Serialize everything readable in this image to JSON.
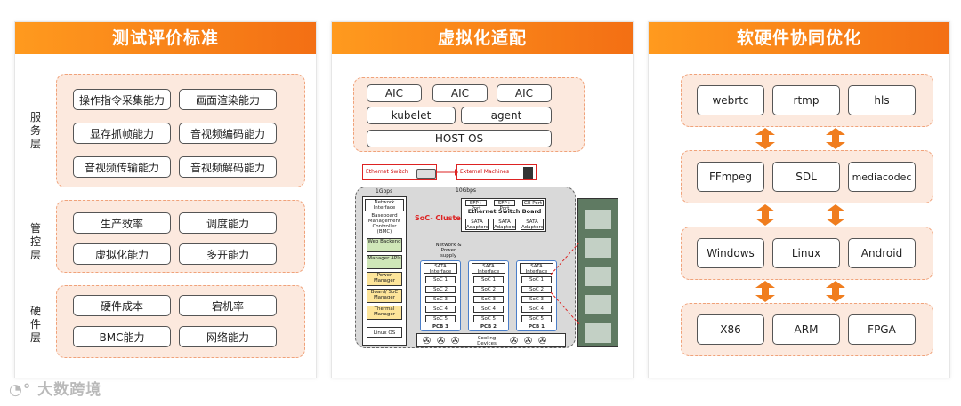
{
  "panels": {
    "left": {
      "title": "测试评价标准",
      "groups": [
        {
          "label": "服务层",
          "items": [
            "操作指令采集能力",
            "画面渲染能力",
            "显存抓帧能力",
            "音视频编码能力",
            "音视频传输能力",
            "音视频解码能力"
          ]
        },
        {
          "label": "管控层",
          "items": [
            "生产效率",
            "调度能力",
            "虚拟化能力",
            "多开能力"
          ]
        },
        {
          "label": "硬件层",
          "items": [
            "硬件成本",
            "宕机率",
            "BMC能力",
            "网络能力"
          ]
        }
      ]
    },
    "middle": {
      "title": "虚拟化适配",
      "host": {
        "aic": [
          "AIC",
          "AIC",
          "AIC"
        ],
        "kubelet": "kubelet",
        "agent": "agent",
        "host_os": "HOST OS"
      },
      "cluster": {
        "ethernet_switch": "Ethernet Switch",
        "external_machines": "External Machines",
        "speed_1g": "1Gbps",
        "speed_10g": "10Gbps",
        "network_interface": "Network Interface",
        "bmc": "Baseboard Management Controller (BMC)",
        "soc_cluster": "SoC- Cluster",
        "sfp_port": "SFP+ Port",
        "ge_port": "GE Port",
        "switch_board": "Ethernet Switch Board",
        "sata_adaptors": "SATA Adaptors",
        "network_power": "Network & Power supply",
        "bmc_modules": [
          "Web Backend",
          "Manager APIs",
          "Power Manager",
          "Board/ SoC Manager",
          "Thermal Manager"
        ],
        "linux_os": "Linux OS",
        "sata_interface": "SATA Interface",
        "socs": [
          "SoC 1",
          "SoC 2",
          "SoC 3",
          "SoC 4",
          "SoC 5"
        ],
        "pcbs": [
          "PCB 3",
          "PCB 2",
          "PCB 1"
        ],
        "cooling": "Cooling Devices"
      }
    },
    "right": {
      "title": "软硬件协同优化",
      "rows": [
        [
          "webrtc",
          "rtmp",
          "hls"
        ],
        [
          "FFmpeg",
          "SDL",
          "mediacodec"
        ],
        [
          "Windows",
          "Linux",
          "Android"
        ],
        [
          "X86",
          "ARM",
          "FPGA"
        ]
      ]
    }
  },
  "watermark": "大数跨境",
  "colors": {
    "accent": "#f47b1a",
    "group_fill": "#fce9de",
    "group_border": "#f0a27a",
    "arrow": "#f07d1e"
  }
}
